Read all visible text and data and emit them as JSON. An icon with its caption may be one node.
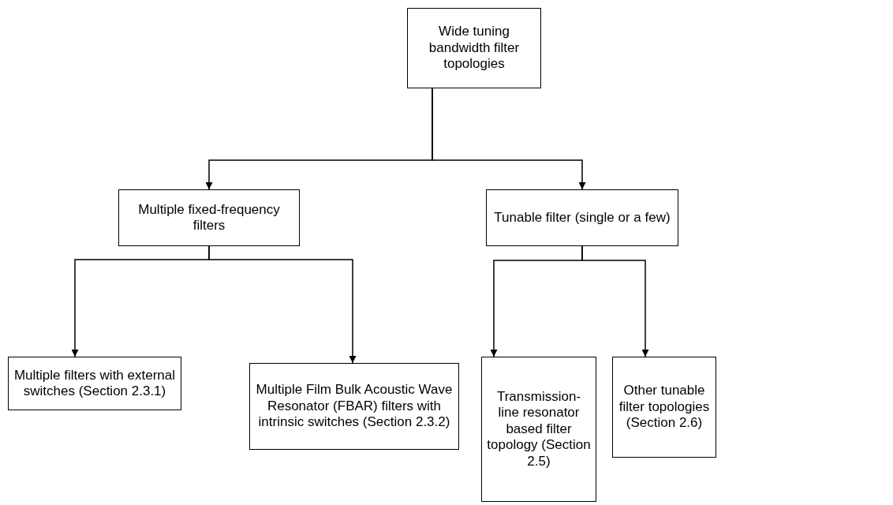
{
  "diagram": {
    "nodes": [
      {
        "text": [
          "Wide tuning bandwidth filter topologies"
        ]
      },
      {
        "text": [
          "Multiple fixed-frequency filters"
        ]
      },
      {
        "text": [
          "Tunable filter (single or a few)"
        ]
      },
      {
        "text": [
          "Multiple filters with external switches (Section 2.3.1)"
        ]
      },
      {
        "text": [
          "Multiple Film Bulk Acoustic Wave Resonator (FBAR) filters with intrinsic switches (Section 2.3.2)"
        ]
      },
      {
        "text": [
          "Transmission-line resonator based filter topology (Section 2.5)"
        ]
      },
      {
        "text": [
          "Other tunable filter topologies (Section 2.6)"
        ]
      }
    ],
    "edges": [
      {
        "from": 0,
        "to": 1,
        "arrow": "to"
      },
      {
        "from": 0,
        "to": 2,
        "arrow": "to"
      },
      {
        "from": 1,
        "to": 3,
        "arrow": "to"
      },
      {
        "from": 1,
        "to": 4,
        "arrow": "to"
      },
      {
        "from": 2,
        "to": 5,
        "arrow": "to"
      },
      {
        "from": 2,
        "to": 6,
        "arrow": "to"
      }
    ]
  }
}
